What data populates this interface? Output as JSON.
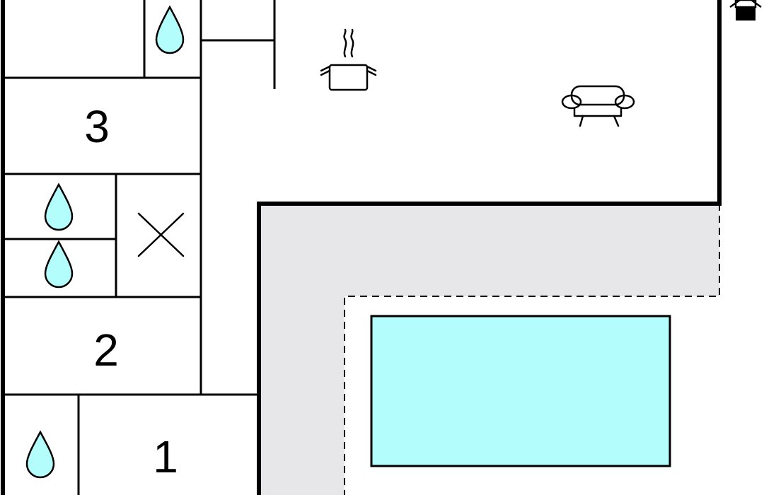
{
  "rooms": {
    "room_3": {
      "number": "3"
    },
    "room_2": {
      "number": "2"
    },
    "room_1": {
      "number": "1"
    }
  },
  "icons": {
    "water_drop": "water-drop-icon",
    "wc": "toilet-x-icon",
    "kitchen": "cooking-pot-icon",
    "living": "sofa-icon",
    "bbq": "grill-icon"
  },
  "colors": {
    "pool": "#b3fdfd",
    "terrace": "#e7e7ea",
    "water_drop": "#b3fdfd",
    "wall": "#000000"
  }
}
